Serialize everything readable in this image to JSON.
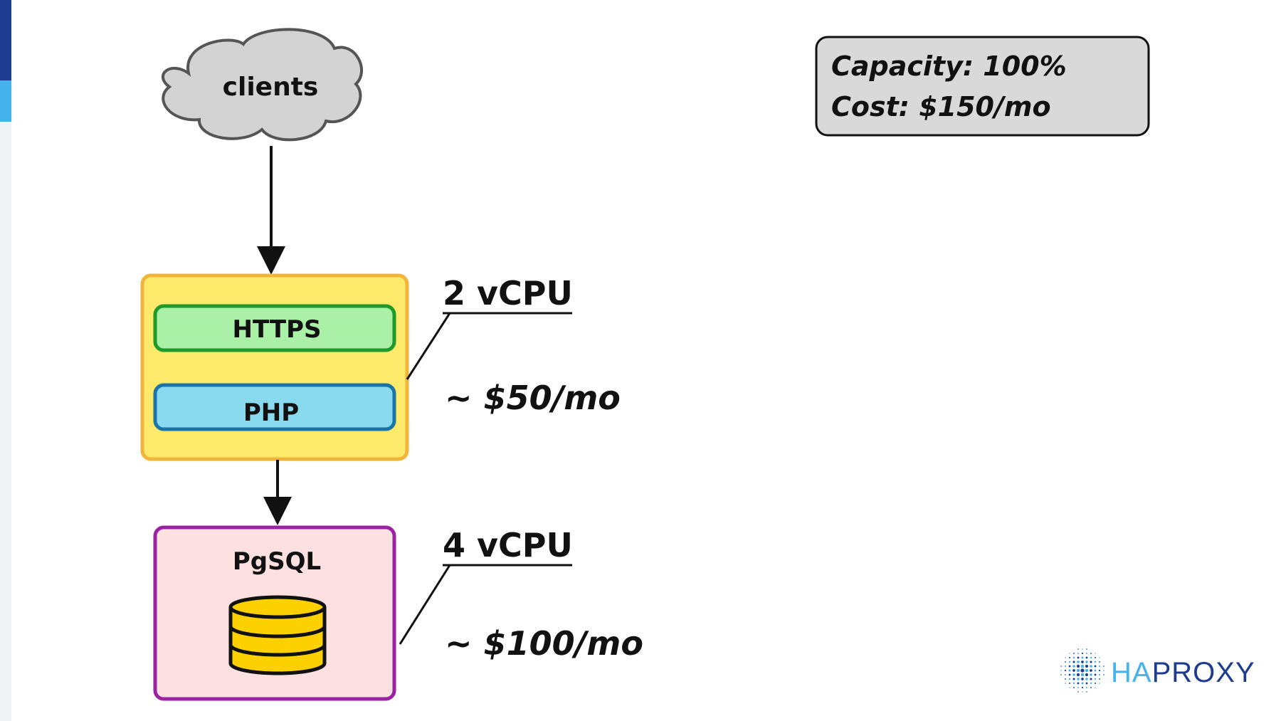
{
  "diagram": {
    "clients_label": "clients",
    "app_server": {
      "https_label": "HTTPS",
      "php_label": "PHP"
    },
    "db_server": {
      "label": "PgSQL"
    },
    "app_spec": {
      "cpu": "2 vCPU",
      "cost": "~ $50/mo"
    },
    "db_spec": {
      "cpu": "4 vCPU",
      "cost": "~ $100/mo"
    },
    "summary": {
      "capacity": "Capacity: 100%",
      "cost": "Cost: $150/mo"
    }
  },
  "logo": {
    "text": "HAPROXY"
  },
  "colors": {
    "accent_dark": "#1d3b8f",
    "accent_light": "#45b3ee",
    "app_fill": "#fde96a",
    "app_border": "#f3b43c",
    "https_fill": "#aaf0a6",
    "https_border": "#1d9a2a",
    "php_fill": "#8adaef",
    "php_border": "#1a74a8",
    "db_fill": "#fde0e0",
    "db_border": "#9c22a4",
    "cylinder": "#fdd000",
    "summary_fill": "#d9d9d9"
  }
}
